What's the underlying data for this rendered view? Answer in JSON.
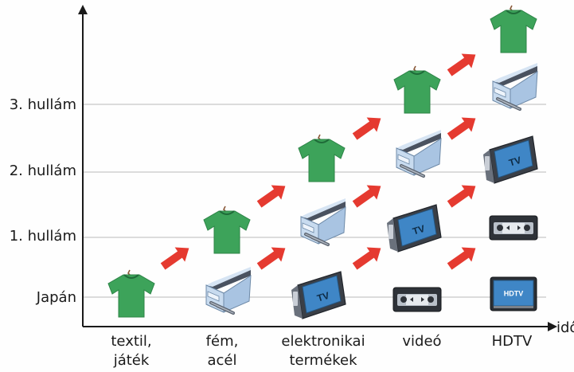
{
  "diagram": {
    "y_axis_labels": [
      "Japán",
      "1. hullám",
      "2. hullám",
      "3. hullám"
    ],
    "x_axis_label": "idő",
    "columns": [
      {
        "line1": "textil,",
        "line2": "játék"
      },
      {
        "line1": "fém,",
        "line2": "acél"
      },
      {
        "line1": "elektronikai",
        "line2": "termékek"
      },
      {
        "line1": "videó",
        "line2": ""
      },
      {
        "line1": "HDTV",
        "line2": ""
      }
    ],
    "icon_text": {
      "tv": "TV",
      "hdtv": "HDTV"
    },
    "icon_names": {
      "shirt": "tshirt-icon",
      "beam": "steel-beam-icon",
      "tv": "crt-tv-icon",
      "cassette": "video-cassette-icon",
      "hdtv": "flat-hdtv-icon",
      "arrow": "red-arrow-icon"
    },
    "colors": {
      "shirt": "#3da35a",
      "arrow": "#e53a30",
      "steel": "#a9c4e2",
      "tv_screen": "#3f86c6",
      "gridline": "#c8c8c8",
      "axis": "#1a1a1a"
    }
  }
}
